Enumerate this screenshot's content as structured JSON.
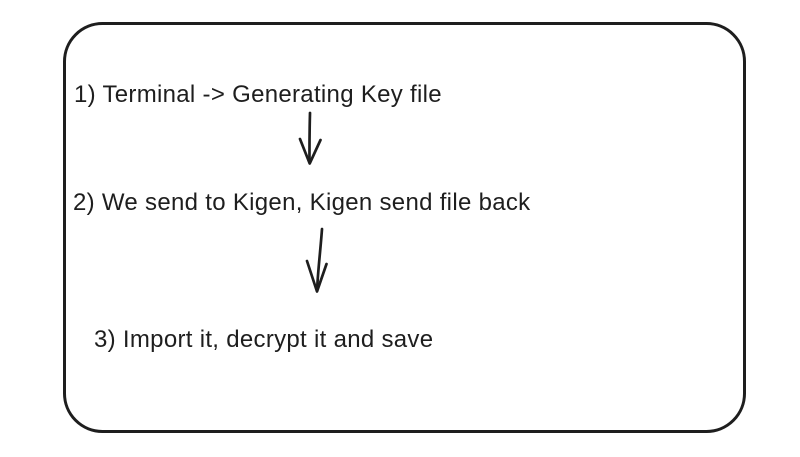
{
  "colors": {
    "stroke": "#1e1e1e",
    "background": "#ffffff"
  },
  "diagram": {
    "type": "hand-drawn-flow",
    "container_shape": "rounded-rectangle",
    "steps": [
      {
        "label": "1) Terminal -> Generating Key file"
      },
      {
        "label": "2) We send to Kigen, Kigen send file back"
      },
      {
        "label": "3) Import it, decrypt it and save"
      }
    ],
    "arrows": [
      {
        "name": "arrow-1",
        "direction": "down",
        "from_step": 1,
        "to_step": 2
      },
      {
        "name": "arrow-2",
        "direction": "down",
        "from_step": 2,
        "to_step": 3
      }
    ]
  }
}
